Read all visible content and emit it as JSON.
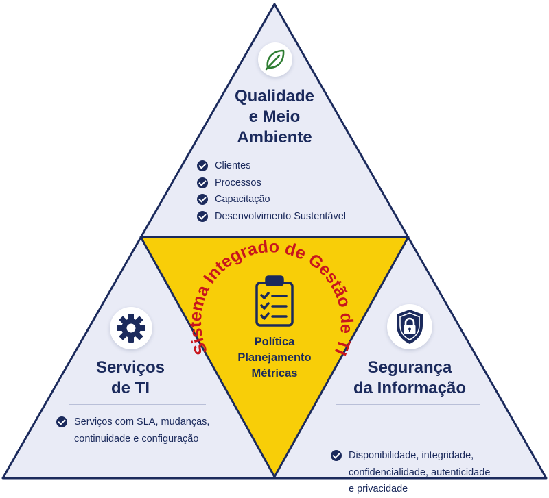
{
  "diagram": {
    "arc_title": "Sistema Integrado de Gestão de TI",
    "center": {
      "items": [
        "Política",
        "Planejamento",
        "Métricas"
      ],
      "icon": "clipboard-checklist-icon",
      "fill_color": "#f8ce08"
    },
    "top": {
      "icon": "leaf-icon",
      "title_lines": [
        "Qualidade",
        "e Meio",
        "Ambiente"
      ],
      "items": [
        "Clientes",
        "Processos",
        "Capacitação",
        "Desenvolvimento Sustentável"
      ]
    },
    "left": {
      "icon": "gear-icon",
      "title_lines": [
        "Serviços",
        "de TI"
      ],
      "text_lines": [
        "Serviços com SLA, mudanças,",
        "continuidade e configuração"
      ]
    },
    "right": {
      "icon": "shield-lock-icon",
      "title_lines": [
        "Segurança",
        "da Informação"
      ],
      "text_lines": [
        "Disponibilidade, integridade,",
        "confidencialidade, autenticidade",
        "e privacidade"
      ]
    },
    "colors": {
      "panel_fill": "#e9ebf6",
      "outline": "#1b2a5c",
      "text": "#1b2a5c",
      "arc_text": "#c8161d",
      "leaf_green": "#2e7d32"
    }
  }
}
